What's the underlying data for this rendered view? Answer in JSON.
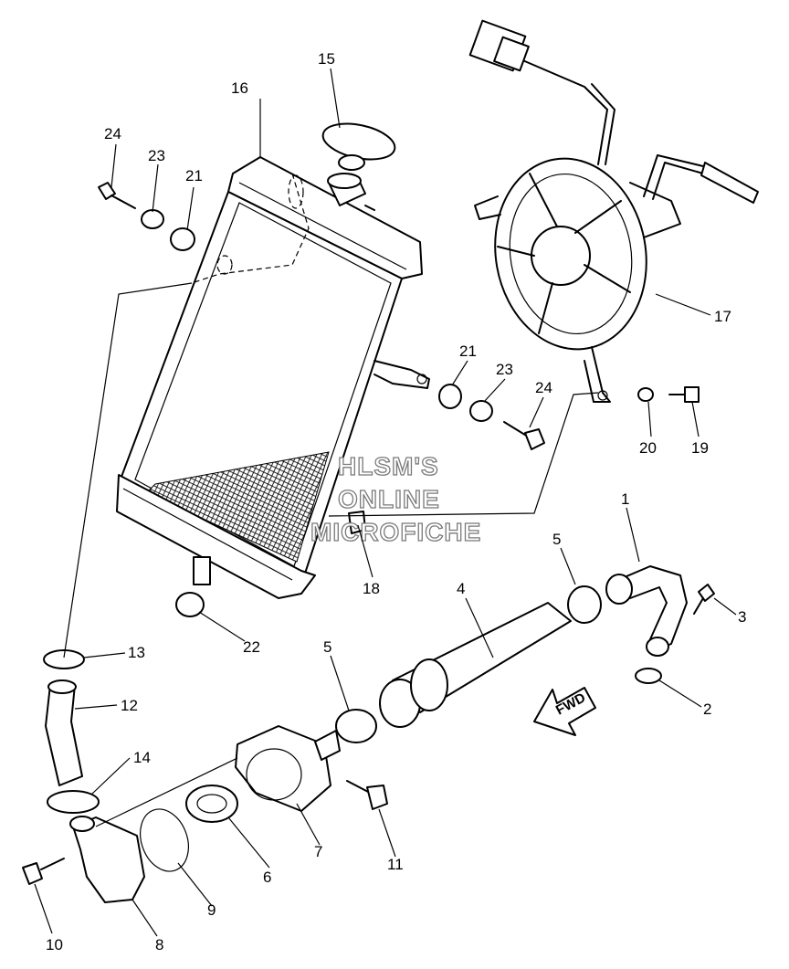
{
  "watermark": {
    "line1": "HLSM'S",
    "line2": "ONLINE",
    "line3": "MICROFICHE"
  },
  "direction_marker": "FWD",
  "callouts": {
    "c1": "1",
    "c2": "2",
    "c3": "3",
    "c4": "4",
    "c5a": "5",
    "c5b": "5",
    "c6": "6",
    "c7": "7",
    "c8": "8",
    "c9": "9",
    "c10": "10",
    "c11": "11",
    "c12": "12",
    "c13": "13",
    "c14": "14",
    "c15": "15",
    "c16": "16",
    "c17": "17",
    "c18": "18",
    "c19": "19",
    "c20": "20",
    "c21a": "21",
    "c21b": "21",
    "c22": "22",
    "c23a": "23",
    "c23b": "23",
    "c24a": "24",
    "c24b": "24"
  }
}
